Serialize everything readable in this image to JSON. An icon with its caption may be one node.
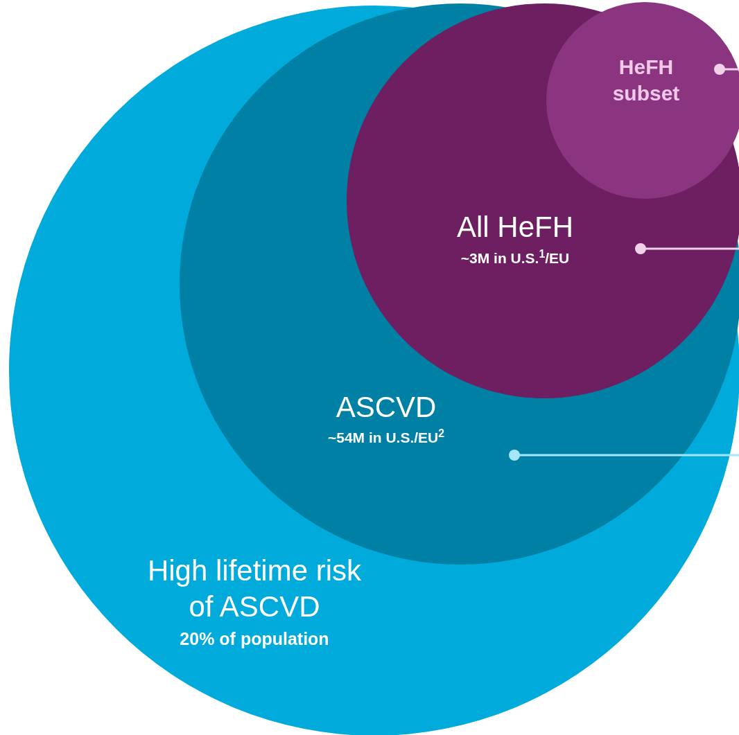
{
  "diagram": {
    "nodes": [
      {
        "text": [
          "High lifetime risk of ASCVD",
          "20% of population"
        ]
      },
      {
        "text": [
          "ASCVD",
          "~54M in U.S./EU$^{2}$"
        ],
        "in": 0
      },
      {
        "text": [
          "All HeFH",
          "~3M in U.S.$^{1}$/EU"
        ],
        "in": 1
      },
      {
        "text": [
          "HeFH subset"
        ],
        "in": 2
      }
    ],
    "edges": [
      {
        "from": 3,
        "to": null,
        "arrow": "other"
      },
      {
        "from": 2,
        "to": null,
        "arrow": "other"
      },
      {
        "from": 1,
        "to": null,
        "arrow": "other",
        "color": "#a6e6fa"
      }
    ]
  }
}
